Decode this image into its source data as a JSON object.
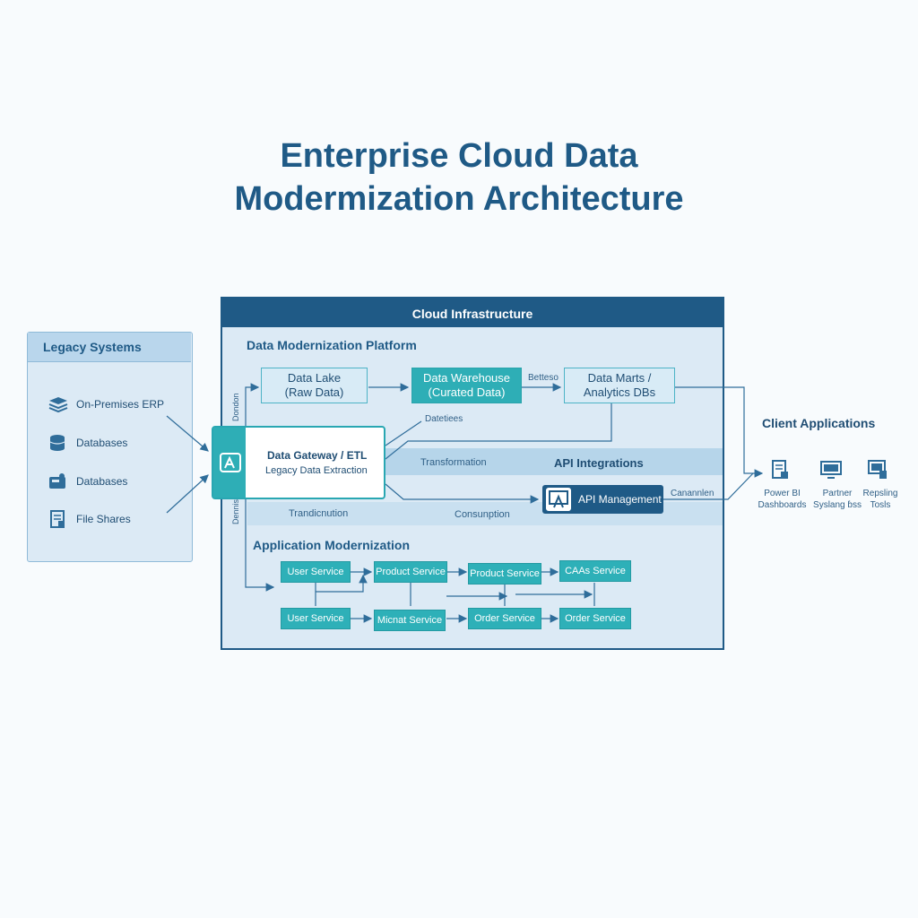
{
  "title": {
    "line1": "Enterprise Cloud Data",
    "line2": "Modermization Architecture"
  },
  "legacy": {
    "title": "Legacy Systems",
    "items": [
      {
        "label": "On-Premises ERP",
        "icon": "layers-icon"
      },
      {
        "label": "Databases",
        "icon": "database-icon"
      },
      {
        "label": "Databases",
        "icon": "storage-box-icon"
      },
      {
        "label": "File Shares",
        "icon": "document-icon"
      }
    ]
  },
  "cloud": {
    "title": "Cloud Infrastructure"
  },
  "platform": {
    "title": "Data Modernization Platform",
    "data_lake": {
      "line1": "Data Lake",
      "line2": "(Raw Data)"
    },
    "data_warehouse": {
      "line1": "Data Warehouse",
      "line2": "(Curated Data)"
    },
    "data_marts": {
      "line1": "Data Marts /",
      "line2": "Analytics DBs"
    },
    "label_betteso": "Betteso",
    "label_datetiees": "Datetiees",
    "label_dondon": "Dondon",
    "label_dennis": "Dennis",
    "label_transformation": "Transformation",
    "label_api_integrations": "API Integrations",
    "label_trandicnution": "Trandicnution",
    "label_consunption": "Consunption",
    "label_canannlen": "Canannlen"
  },
  "gateway": {
    "title": "Data Gateway / ETL",
    "subtitle": "Legacy Data Extraction"
  },
  "api_management": {
    "label": "API Management"
  },
  "app_modernization": {
    "title": "Application Modernization",
    "row1": [
      "User Service",
      "Product Service",
      "Product Service",
      "CAAs Service"
    ],
    "row2": [
      "User Service",
      "Micnat Service",
      "Order Service",
      "Order Service"
    ]
  },
  "clients": {
    "title": "Client Applications",
    "items": [
      {
        "line1": "Power BI",
        "line2": "Dashboards",
        "icon": "report-icon"
      },
      {
        "line1": "Partner",
        "line2": "Syslang  ɓss",
        "icon": "monitor-icon"
      },
      {
        "line1": "Repsling",
        "line2": "Tosls",
        "icon": "tools-icon"
      }
    ]
  },
  "colors": {
    "navy": "#1f5a86",
    "teal": "#2eaeb6",
    "panel": "#dceaf5"
  }
}
